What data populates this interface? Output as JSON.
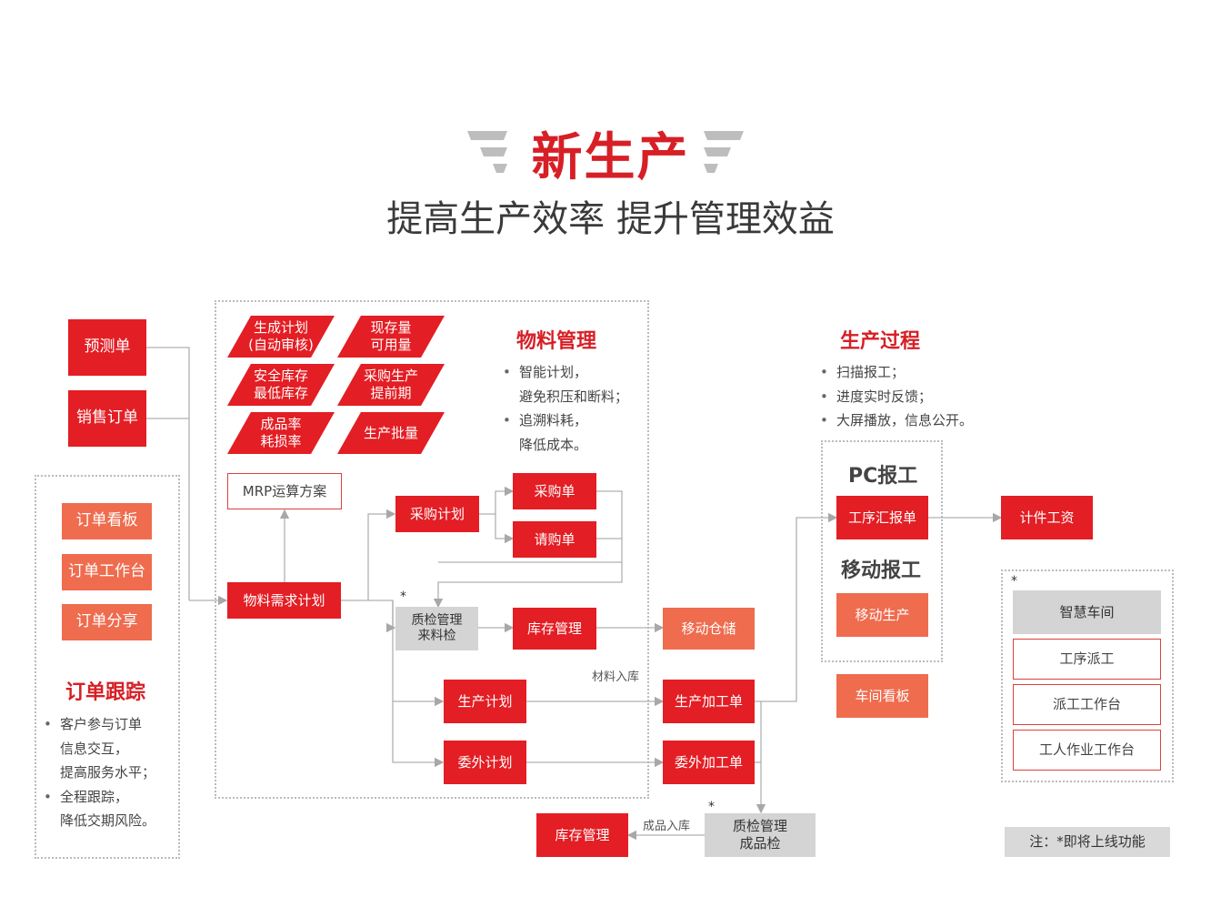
{
  "header": {
    "title": "新生产",
    "subtitle": "提高生产效率 提升管理效益"
  },
  "colors": {
    "accent": "#e31e24",
    "orange": "#ef6c4e",
    "gray": "#d4d4d4"
  },
  "left": {
    "forecast": "预测单",
    "sales_order": "销售订单",
    "order_board": "订单看板",
    "order_workbench": "订单工作台",
    "order_share": "订单分享",
    "tracking_title": "订单跟踪",
    "tracking_bullets": [
      "客户参与订单\n信息交互，\n提高服务水平；",
      "全程跟踪，\n降低交期风险。"
    ]
  },
  "material": {
    "params": [
      "生成计划\n(自动审核)",
      "现存量\n可用量",
      "安全库存\n最低库存",
      "采购生产\n提前期",
      "成品率\n耗损率",
      "生产批量"
    ],
    "title": "物料管理",
    "bullets": [
      "智能计划，\n避免积压和断料；",
      "追溯料耗，\n降低成本。"
    ],
    "mrp": "MRP运算方案",
    "requirement_plan": "物料需求计划",
    "purchase_plan": "采购计划",
    "purchase_order": "采购单",
    "requisition": "请购单",
    "qc_incoming": "质检管理\n来料检",
    "inventory": "库存管理",
    "mobile_storage": "移动仓储",
    "production_plan": "生产计划",
    "outsource_plan": "委外计划",
    "material_in_label": "材料入库",
    "production_order": "生产加工单",
    "outsource_order": "委外加工单"
  },
  "bottom": {
    "qc_finished": "质检管理\n成品检",
    "finished_in_label": "成品入库",
    "inventory": "库存管理"
  },
  "process": {
    "title": "生产过程",
    "bullets": [
      "扫描报工；",
      "进度实时反馈；",
      "大屏播放，信息公开。"
    ],
    "pc_report": "PC报工",
    "process_report": "工序汇报单",
    "mobile_report": "移动报工",
    "mobile_production": "移动生产",
    "workshop_board": "车间看板",
    "piece_wage": "计件工资"
  },
  "smart": {
    "title": "智慧车间",
    "items": [
      "工序派工",
      "派工工作台",
      "工人作业工作台"
    ]
  },
  "star": "*",
  "note": "注：*即将上线功能"
}
